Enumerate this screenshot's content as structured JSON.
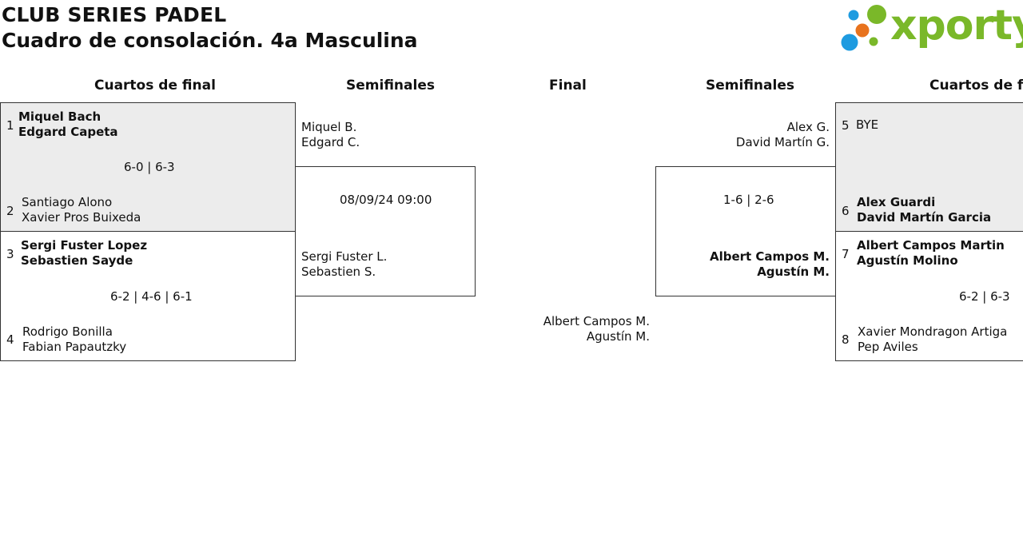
{
  "header": {
    "title": "CLUB SERIES PADEL",
    "subtitle": "Cuadro de consolación. 4a Masculina"
  },
  "logo": {
    "text": "xporty",
    "colors": {
      "green": "#7ab829",
      "blue": "#1e9be0",
      "orange": "#e8731e"
    }
  },
  "rounds": {
    "left_qf": "Cuartos de final",
    "left_sf": "Semifinales",
    "final": "Final",
    "right_sf": "Semifinales",
    "right_qf": "Cuartos de final"
  },
  "left_qf_matches": [
    {
      "top": {
        "seed": "1",
        "p1": "Miquel Bach",
        "p2": "Edgard Capeta"
      },
      "score": "6-0 | 6-3",
      "bottom": {
        "seed": "2",
        "p1": "Santiago Alono",
        "p2": "Xavier Pros Buixeda"
      }
    },
    {
      "top": {
        "seed": "3",
        "p1": "Sergi Fuster Lopez",
        "p2": "Sebastien Sayde"
      },
      "score": "6-2 | 4-6 | 6-1",
      "bottom": {
        "seed": "4",
        "p1": "Rodrigo Bonilla",
        "p2": "Fabian Papautzky"
      }
    }
  ],
  "left_sf": {
    "top": {
      "p1": "Miquel B.",
      "p2": "Edgard C."
    },
    "schedule": "08/09/24 09:00",
    "bottom": {
      "p1": "Sergi Fuster L.",
      "p2": "Sebastien S."
    }
  },
  "final": {
    "winner": {
      "p1": "Albert Campos M.",
      "p2": "Agustín M."
    }
  },
  "right_sf": {
    "top": {
      "p1": "Alex G.",
      "p2": "David Martín G."
    },
    "score": "1-6 | 2-6",
    "bottom": {
      "p1": "Albert Campos M.",
      "p2": "Agustín M."
    }
  },
  "right_qf_matches": [
    {
      "top": {
        "seed": "5",
        "p1": "BYE"
      },
      "bottom": {
        "seed": "6",
        "p1": "Alex Guardi",
        "p2": "David Martín Garcia"
      }
    },
    {
      "top": {
        "seed": "7",
        "p1": "Albert Campos Martin",
        "p2": "Agustín Molino"
      },
      "score": "6-2 | 6-3",
      "bottom": {
        "seed": "8",
        "p1": "Xavier Mondragon Artiga",
        "p2": "Pep Aviles"
      }
    }
  ]
}
